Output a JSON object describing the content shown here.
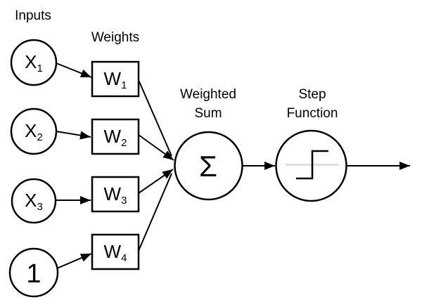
{
  "diagram": {
    "type": "perceptron-neural-network",
    "labels": {
      "inputs": "Inputs",
      "weights": "Weights",
      "weighted_sum": [
        "Weighted",
        "Sum"
      ],
      "step_function": [
        "Step",
        "Function"
      ]
    },
    "input_nodes": [
      {
        "base": "X",
        "sub": "1"
      },
      {
        "base": "X",
        "sub": "2"
      },
      {
        "base": "X",
        "sub": "3"
      },
      {
        "base": "1",
        "sub": ""
      }
    ],
    "weight_nodes": [
      {
        "base": "W",
        "sub": "1"
      },
      {
        "base": "W",
        "sub": "2"
      },
      {
        "base": "W",
        "sub": "3"
      },
      {
        "base": "W",
        "sub": "4"
      }
    ],
    "sum_node": {
      "symbol": "Σ"
    },
    "step_node": {
      "icon": "step-function-curve"
    },
    "colors": {
      "stroke": "#000000",
      "background": "#ffffff",
      "step_axis": "#d8d8d8"
    }
  }
}
